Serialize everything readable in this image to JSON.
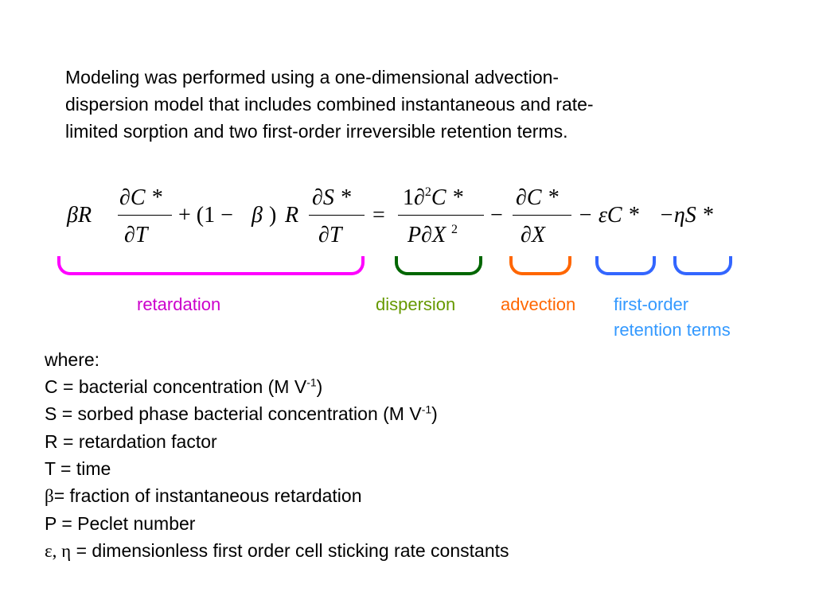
{
  "intro": {
    "line1": "Modeling was performed using a one-dimensional advection-",
    "line2": "dispersion model that includes combined instantaneous and rate-",
    "line3": "limited sorption and two first-order irreversible retention terms."
  },
  "equation": {
    "beta_r": "βR",
    "dC_star": "∂C *",
    "dT": "∂T",
    "plus_one_minus": "+ (1 −",
    "beta": "β",
    "close_paren": ")",
    "R": "R",
    "dS_star": "∂S *",
    "equals": "=",
    "one_d": "1∂",
    "two": "2",
    "C_star": "C *",
    "P_dX": "P∂X",
    "minus": "−",
    "dX": "∂X",
    "minus_eps_C": "− εC *",
    "minus_eta_S": "−ηS *"
  },
  "braces": {
    "retardation": {
      "label": "retardation",
      "color": "#ff00ff"
    },
    "dispersion": {
      "label": "dispersion",
      "color": "#006600"
    },
    "advection": {
      "label": "advection",
      "color": "#ff6600"
    },
    "retention": {
      "label_line1": "first-order",
      "label_line2": "retention terms",
      "color": "#3366ff"
    }
  },
  "label_colors": {
    "retardation": "#cc00cc",
    "dispersion": "#669900",
    "advection": "#ff6600",
    "retention": "#3399ff"
  },
  "definitions": {
    "where": "where:",
    "c_def": "C = bacterial concentration (M V",
    "c_exp": "-1",
    "c_close": ")",
    "s_def": "S = sorbed phase bacterial concentration (M V",
    "s_exp": "-1",
    "s_close": ")",
    "r_def": "R = retardation factor",
    "t_def": "T = time",
    "beta_symbol": "β",
    "beta_def": "= fraction of instantaneous retardation",
    "p_def": "P = Peclet number",
    "eps_eta_symbol": "ε, η",
    "eps_eta_def": " = dimensionless first order cell sticking rate constants"
  }
}
